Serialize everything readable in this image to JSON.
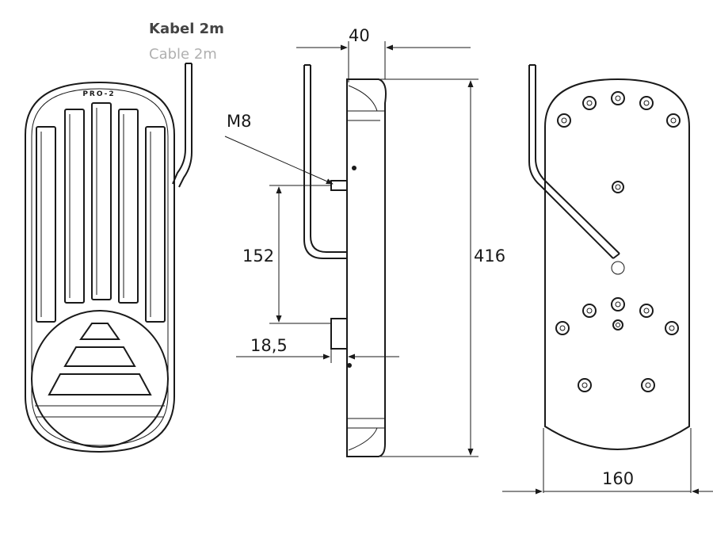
{
  "labels": {
    "cable_de": "Kabel 2m",
    "cable_en": "Cable 2m",
    "thread": "M8",
    "brand": "PRO-2"
  },
  "dimensions": {
    "depth": "40",
    "height": "416",
    "mount_spacing": "152",
    "mount_offset": "18,5",
    "width": "160"
  },
  "colors": {
    "line": "#1a1a1a",
    "label_de": "#444444",
    "label_en": "#b0b0b0"
  }
}
